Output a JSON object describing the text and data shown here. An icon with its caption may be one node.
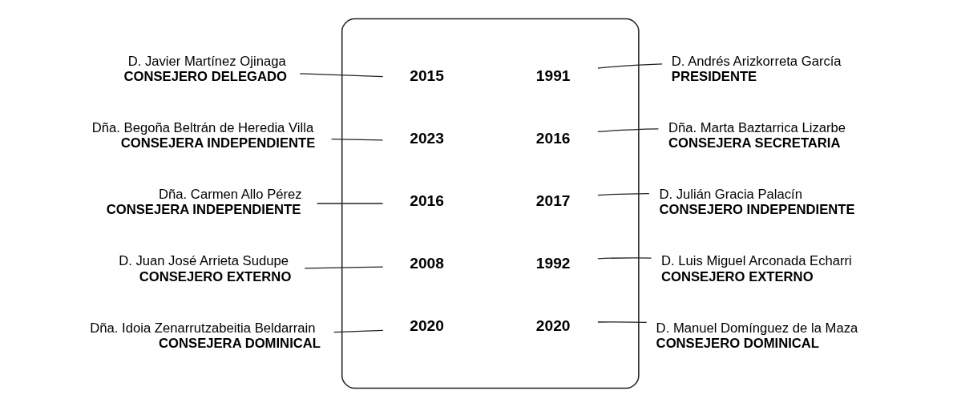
{
  "diagram": {
    "nodes": [
      {
        "text": [],
        "shape": "box"
      },
      {
        "text": [
          "2015"
        ],
        "in": 0
      },
      {
        "text": [
          "1991"
        ],
        "in": 0
      },
      {
        "text": [
          "2023"
        ],
        "in": 0
      },
      {
        "text": [
          "2016"
        ],
        "in": 0
      },
      {
        "text": [
          "2016"
        ],
        "in": 0
      },
      {
        "text": [
          "2017"
        ],
        "in": 0
      },
      {
        "text": [
          "2008"
        ],
        "in": 0
      },
      {
        "text": [
          "1992"
        ],
        "in": 0
      },
      {
        "text": [
          "2020"
        ],
        "in": 0
      },
      {
        "text": [
          "2020"
        ],
        "in": 0
      },
      {
        "text": [
          "D. Javier Martínez Ojinaga",
          "CONSEJERO DELEGADO"
        ]
      },
      {
        "text": [
          "D. Andrés Arizkorreta García",
          "PRESIDENTE"
        ]
      },
      {
        "text": [
          "Dña. Begoña Beltrán de Heredia Villa",
          "CONSEJERA INDEPENDIENTE"
        ]
      },
      {
        "text": [
          "Dña. Marta Baztarrica Lizarbe",
          "CONSEJERA SECRETARIA"
        ]
      },
      {
        "text": [
          "Dña. Carmen Allo Pérez",
          "CONSEJERA INDEPENDIENTE"
        ]
      },
      {
        "text": [
          "D. Julián Gracia Palacín",
          "CONSEJERO INDEPENDIENTE"
        ]
      },
      {
        "text": [
          "D. Juan José Arrieta Sudupe",
          "CONSEJERO EXTERNO"
        ]
      },
      {
        "text": [
          "D. Luis Miguel Arconada Echarri",
          "CONSEJERO EXTERNO"
        ]
      },
      {
        "text": [
          "Dña. Idoia Zenarrutzabeitia Beldarrain",
          "CONSEJERA DOMINICAL"
        ]
      },
      {
        "text": [
          "D. Manuel Domínguez de la Maza",
          "CONSEJERO DOMINICAL"
        ]
      }
    ],
    "edges": [
      {
        "from": 11,
        "to": 1,
        "arrow": "none"
      },
      {
        "from": 12,
        "to": 2,
        "arrow": "none"
      },
      {
        "from": 13,
        "to": 3,
        "arrow": "none"
      },
      {
        "from": 14,
        "to": 4,
        "arrow": "none"
      },
      {
        "from": 15,
        "to": 5,
        "arrow": "none"
      },
      {
        "from": 16,
        "to": 6,
        "arrow": "none"
      },
      {
        "from": 17,
        "to": 7,
        "arrow": "none"
      },
      {
        "from": 18,
        "to": 8,
        "arrow": "none"
      },
      {
        "from": 19,
        "to": 9,
        "arrow": "none"
      },
      {
        "from": 20,
        "to": 10,
        "arrow": "none"
      }
    ]
  }
}
